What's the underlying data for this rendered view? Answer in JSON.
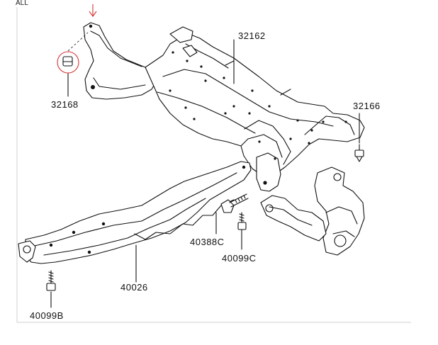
{
  "header": {
    "scope_label": "ALL"
  },
  "callouts": [
    {
      "id": "32162",
      "label": "32162"
    },
    {
      "id": "32166",
      "label": "32166"
    },
    {
      "id": "32168",
      "label": "32168"
    },
    {
      "id": "40026",
      "label": "40026"
    },
    {
      "id": "40388C",
      "label": "40388C"
    },
    {
      "id": "40099C",
      "label": "40099C"
    },
    {
      "id": "40099B",
      "label": "40099B"
    }
  ],
  "highlight": {
    "part": "32168",
    "color": "#d63232"
  }
}
